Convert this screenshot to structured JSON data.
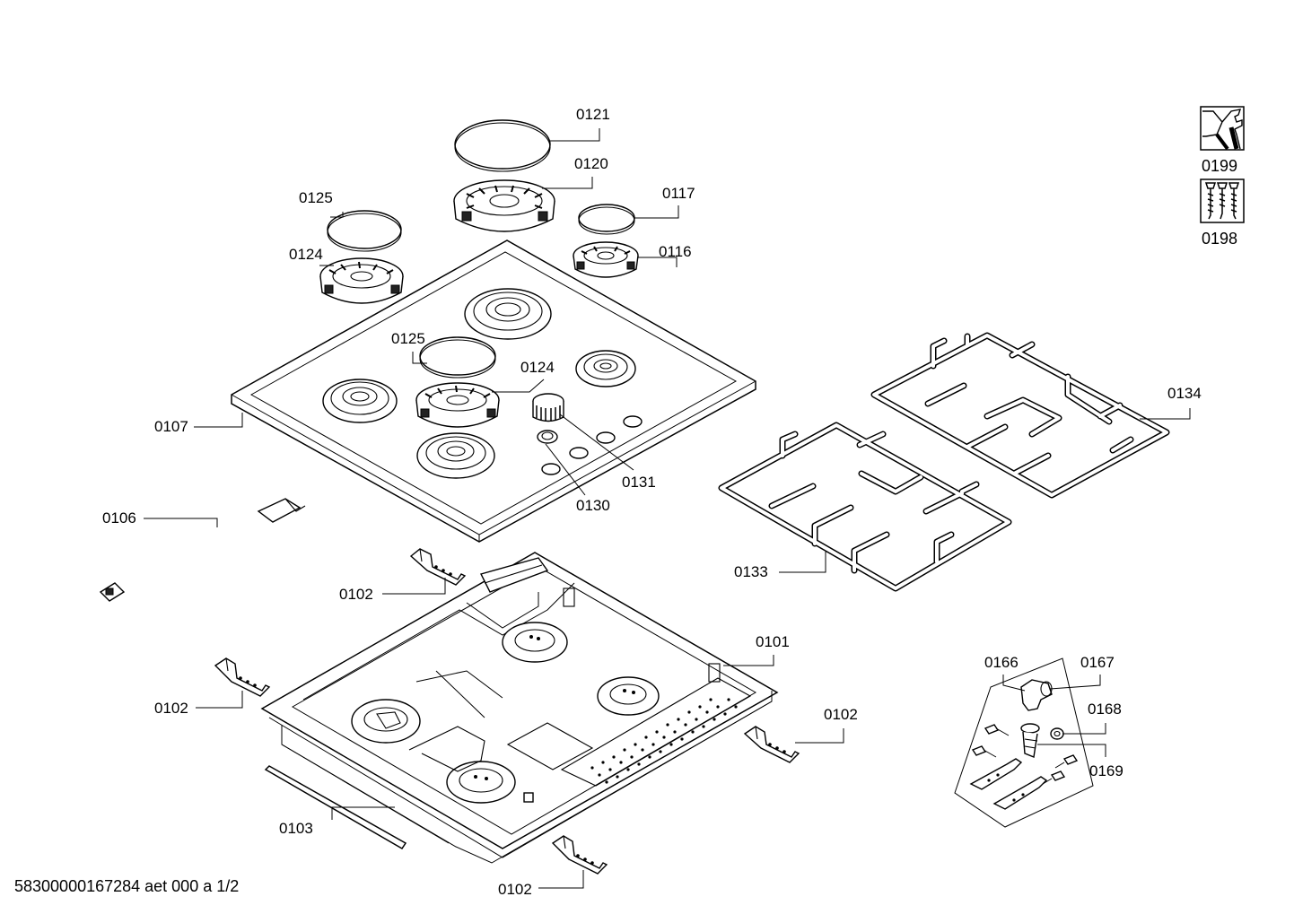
{
  "labels": {
    "p0121": "0121",
    "p0120": "0120",
    "p0125_top": "0125",
    "p0117": "0117",
    "p0124_top": "0124",
    "p0116": "0116",
    "p0125_mid": "0125",
    "p0124_mid": "0124",
    "p0107": "0107",
    "p0131": "0131",
    "p0130": "0130",
    "p0106": "0106",
    "p0134": "0134",
    "p0133": "0133",
    "p0102_a": "0102",
    "p0101": "0101",
    "p0102_b": "0102",
    "p0102_c": "0102",
    "p0103": "0103",
    "p0102_d": "0102",
    "p0166": "0166",
    "p0167": "0167",
    "p0168": "0168",
    "p0169": "0169",
    "p0199": "0199",
    "p0198": "0198"
  },
  "footer": {
    "document_code": "58300000167284 aet 000 a 1/2"
  },
  "icons": {
    "tools": "wrench-icon",
    "screws": "screws-icon"
  }
}
